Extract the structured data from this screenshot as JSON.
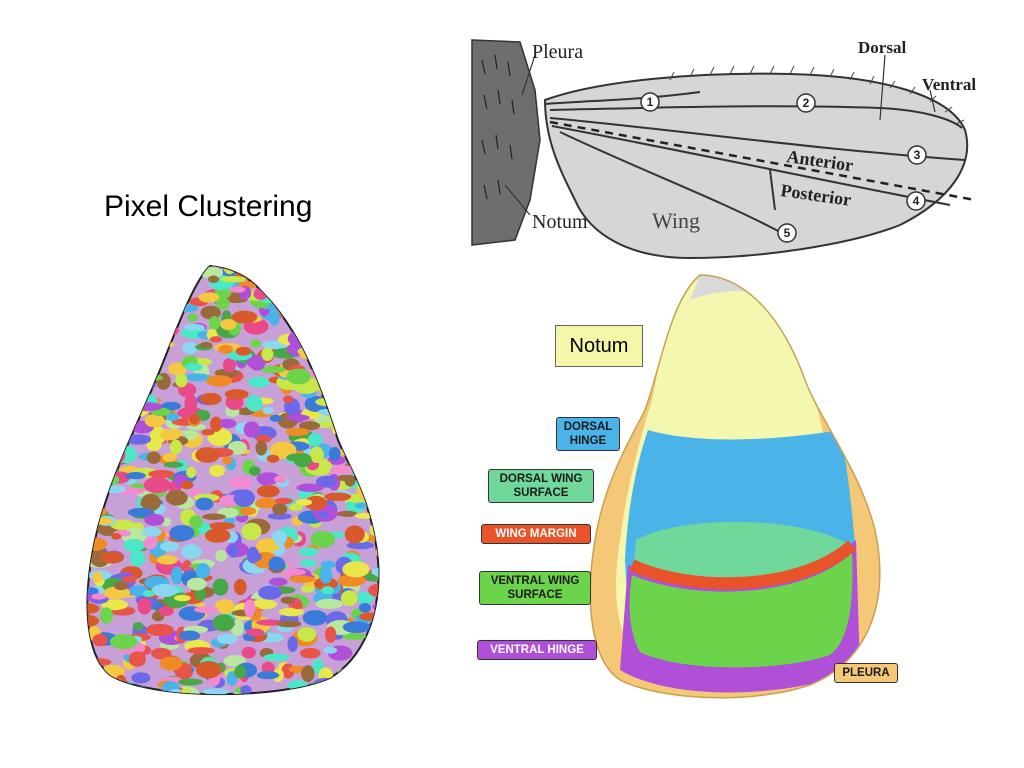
{
  "title": "Pixel Clustering",
  "wing_diagram": {
    "labels": {
      "pleura": "Pleura",
      "notum": "Notum",
      "wing": "Wing",
      "dorsal": "Dorsal",
      "ventral": "Ventral",
      "anterior": "Anterior",
      "posterior": "Posterior"
    },
    "veins": [
      "1",
      "2",
      "3",
      "4",
      "5"
    ]
  },
  "disc_fate_map": {
    "notum_box": "Notum",
    "labels": {
      "dorsal_hinge": [
        "DORSAL",
        "HINGE"
      ],
      "dorsal_wing_surface": [
        "DORSAL WING",
        "SURFACE"
      ],
      "wing_margin": "WING MARGIN",
      "ventral_wing_surface": [
        "VENTRAL WING",
        "SURFACE"
      ],
      "ventral_hinge": "VENTRAL HINGE",
      "pleura": "PLEURA"
    },
    "colors": {
      "notum": "#f4f7b0",
      "dorsal_hinge": "#4ab4e8",
      "dorsal_wing_surface": "#6fd89a",
      "wing_margin": "#e8532a",
      "ventral_wing_surface": "#6cd44a",
      "ventral_hinge": "#b04fd8",
      "pleura": "#f5c878",
      "tip": "#d9d9d9"
    }
  }
}
